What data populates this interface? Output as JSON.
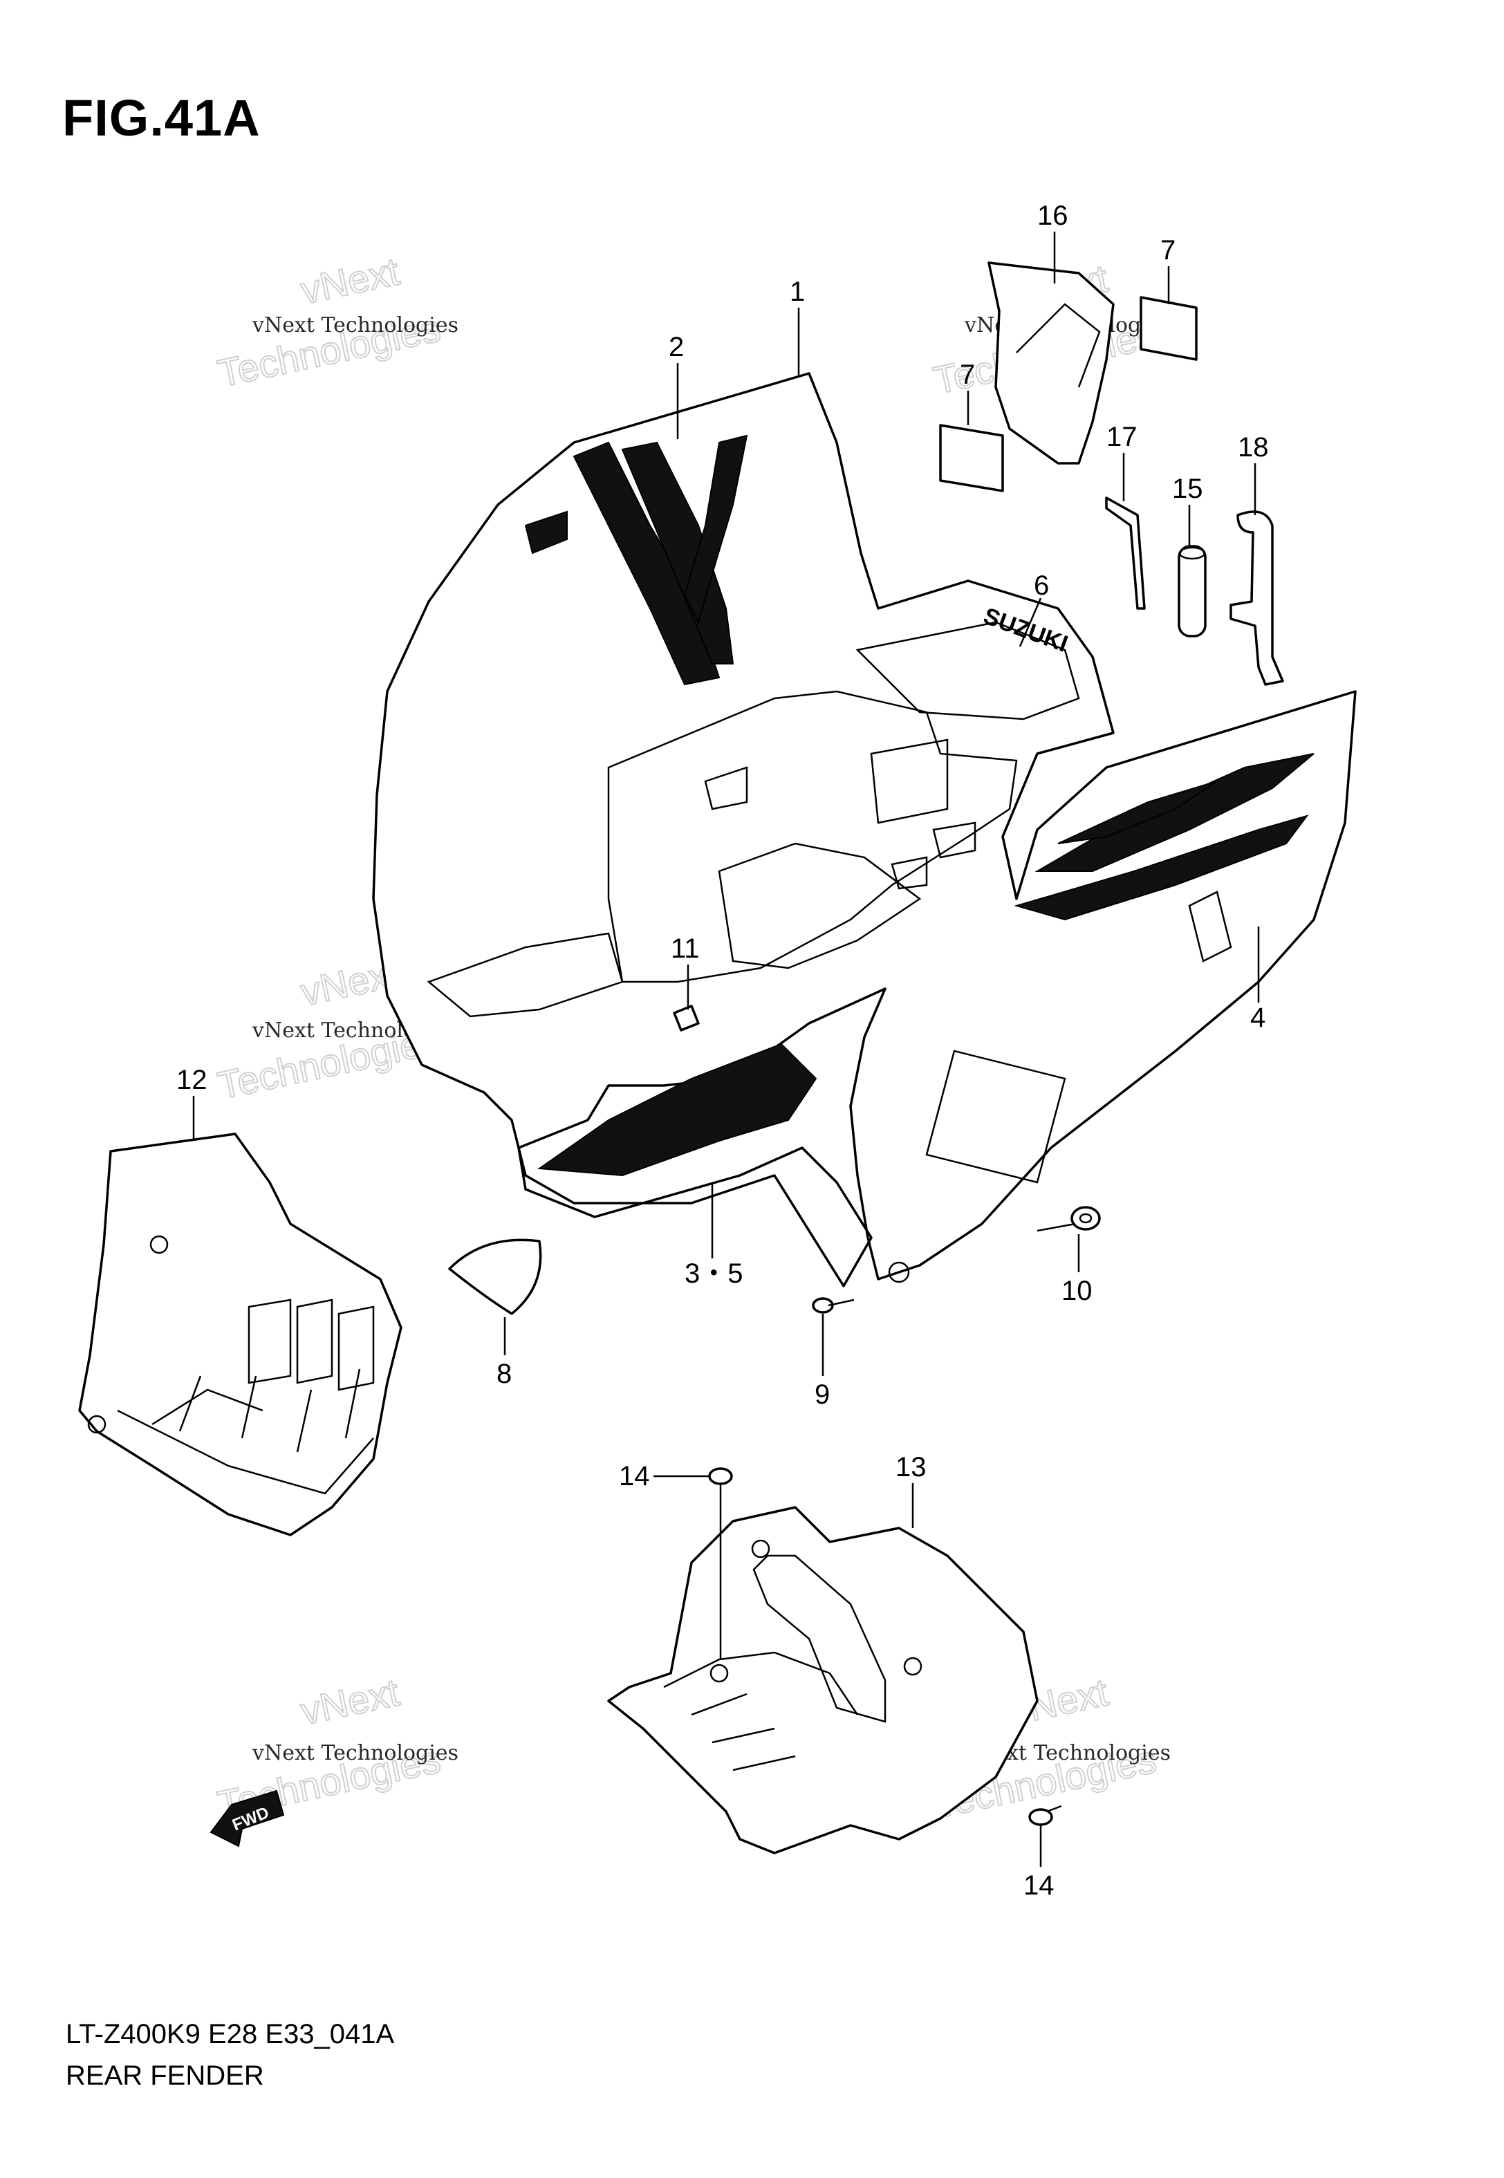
{
  "figure": {
    "title": "FIG.41A",
    "model_code": "LT-Z400K9 E28 E33_041A",
    "section_name": "REAR FENDER"
  },
  "watermark": {
    "line": "vNext Technologies",
    "big_top": "vNext",
    "big_bottom": "Technologies"
  },
  "callouts": [
    {
      "id": "c1",
      "label": "1"
    },
    {
      "id": "c2",
      "label": "2"
    },
    {
      "id": "c3",
      "label": "3・5"
    },
    {
      "id": "c4",
      "label": "4"
    },
    {
      "id": "c6",
      "label": "6"
    },
    {
      "id": "c7a",
      "label": "7"
    },
    {
      "id": "c7b",
      "label": "7"
    },
    {
      "id": "c8",
      "label": "8"
    },
    {
      "id": "c9",
      "label": "9"
    },
    {
      "id": "c10",
      "label": "10"
    },
    {
      "id": "c11",
      "label": "11"
    },
    {
      "id": "c12",
      "label": "12"
    },
    {
      "id": "c13",
      "label": "13"
    },
    {
      "id": "c14a",
      "label": "14"
    },
    {
      "id": "c14b",
      "label": "14"
    },
    {
      "id": "c15",
      "label": "15"
    },
    {
      "id": "c16",
      "label": "16"
    },
    {
      "id": "c17",
      "label": "17"
    },
    {
      "id": "c18",
      "label": "18"
    }
  ],
  "decals": {
    "brand": "SUZUKI",
    "direction": "FWD"
  }
}
